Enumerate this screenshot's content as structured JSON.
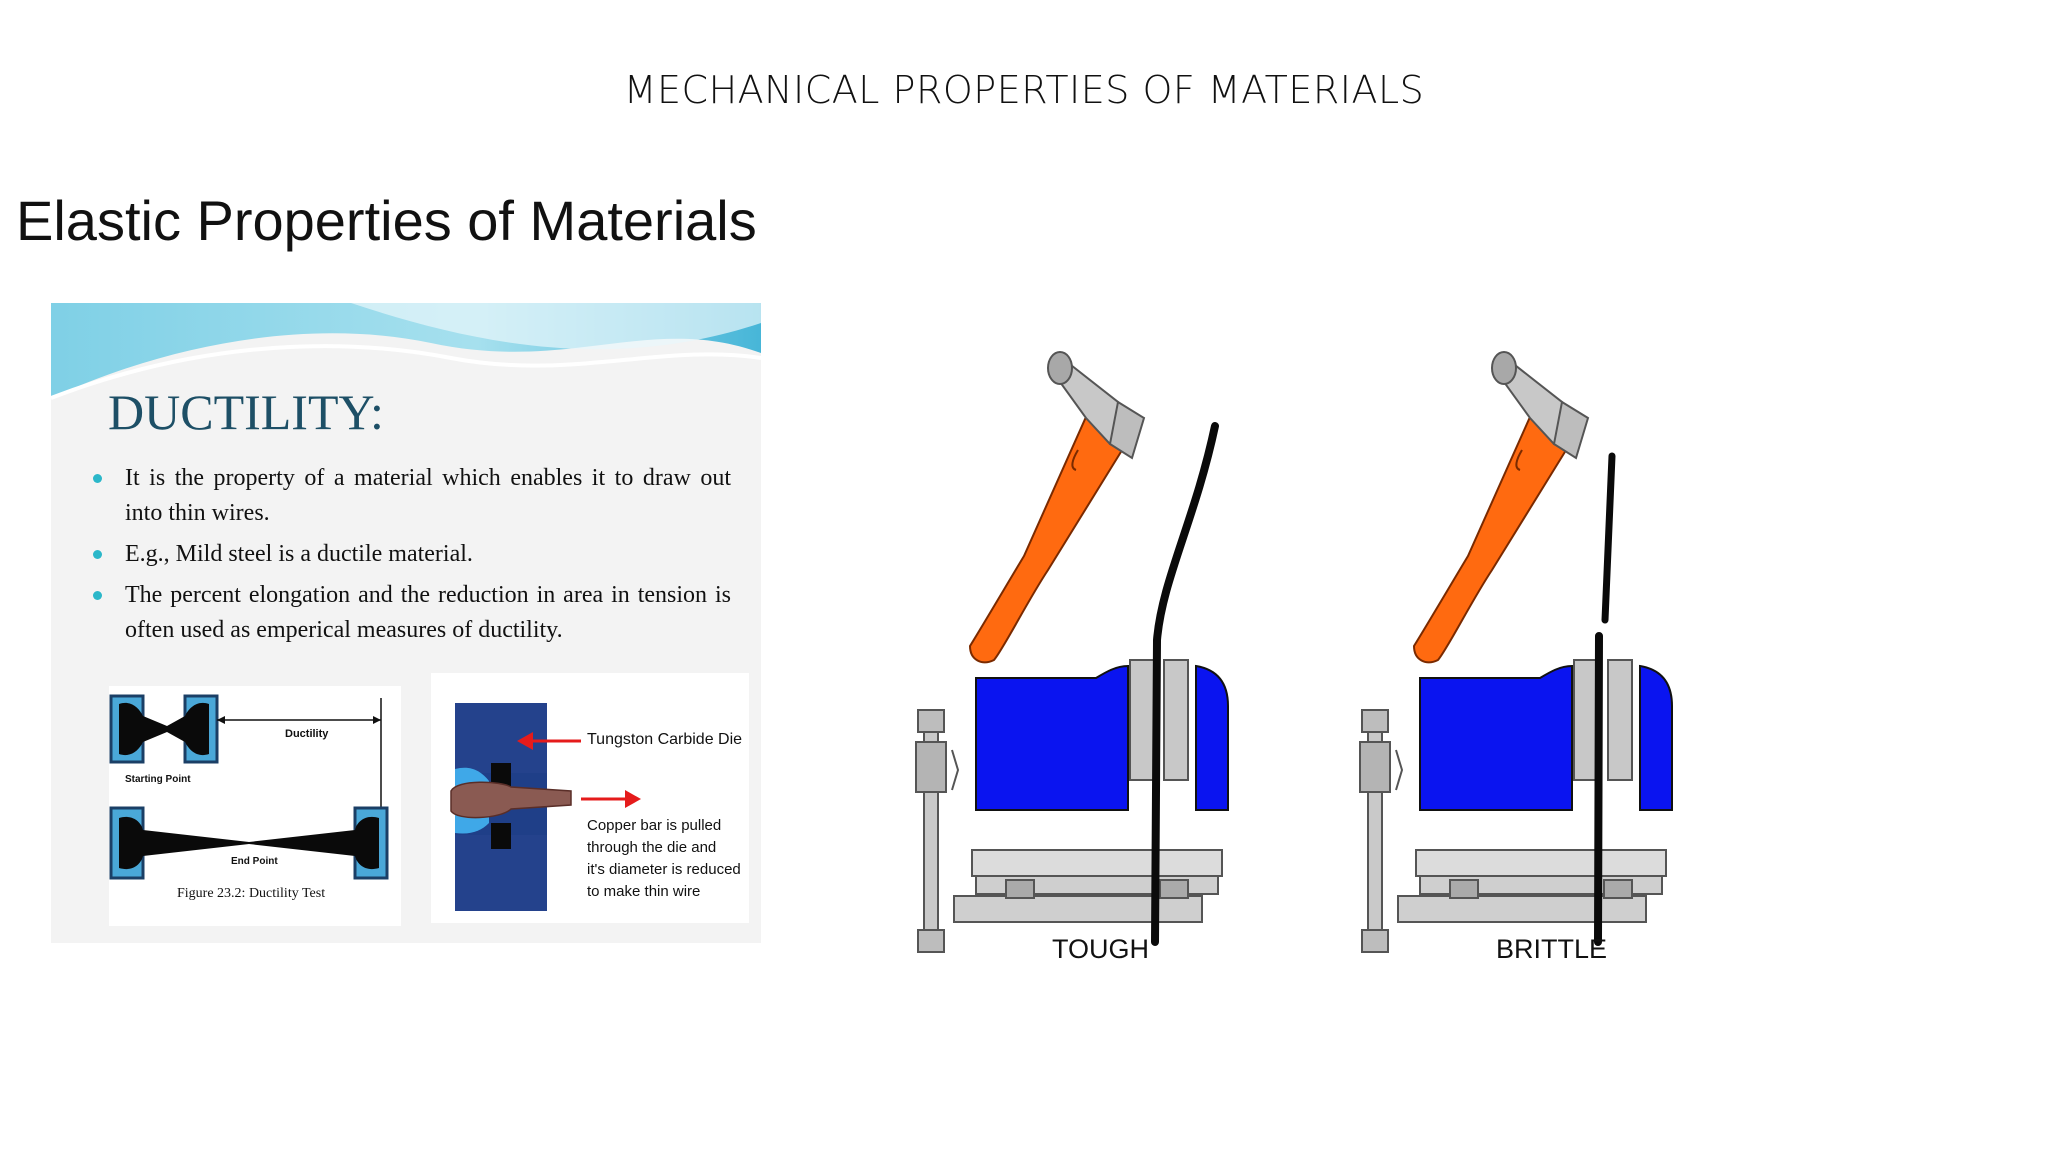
{
  "header": {
    "title": "MECHANICAL PROPERTIES OF MATERIALS"
  },
  "slide": {
    "title": "Elastic Properties of Materials"
  },
  "ductility": {
    "heading": "DUCTILITY:",
    "bullets": [
      "It is the property of a material which enables it to draw out into thin wires.",
      "E.g., Mild steel is a ductile material.",
      "The percent elongation and the reduction in area in tension is often used as emperical measures of ductility."
    ],
    "figure_left": {
      "ductility_label": "Ductility",
      "starting_label": "Starting Point",
      "end_label": "End Point",
      "caption": "Figure 23.2: Ductility Test"
    },
    "figure_right": {
      "die_label": "Tungston Carbide Die",
      "copper_lines": [
        "Copper bar is pulled",
        "through the die and",
        "it's diameter is reduced",
        "to make thin wire"
      ]
    }
  },
  "vise": {
    "tough_label": "TOUGH",
    "brittle_label": "BRITTLE"
  },
  "colors": {
    "vise_blue": "#0a14f0",
    "hammer_handle": "#ff6a10",
    "hammer_head": "#c8c8c8",
    "heading_teal": "#1d4f66",
    "bullet_teal": "#2bb7c9",
    "arrow_red": "#e51b1b"
  }
}
